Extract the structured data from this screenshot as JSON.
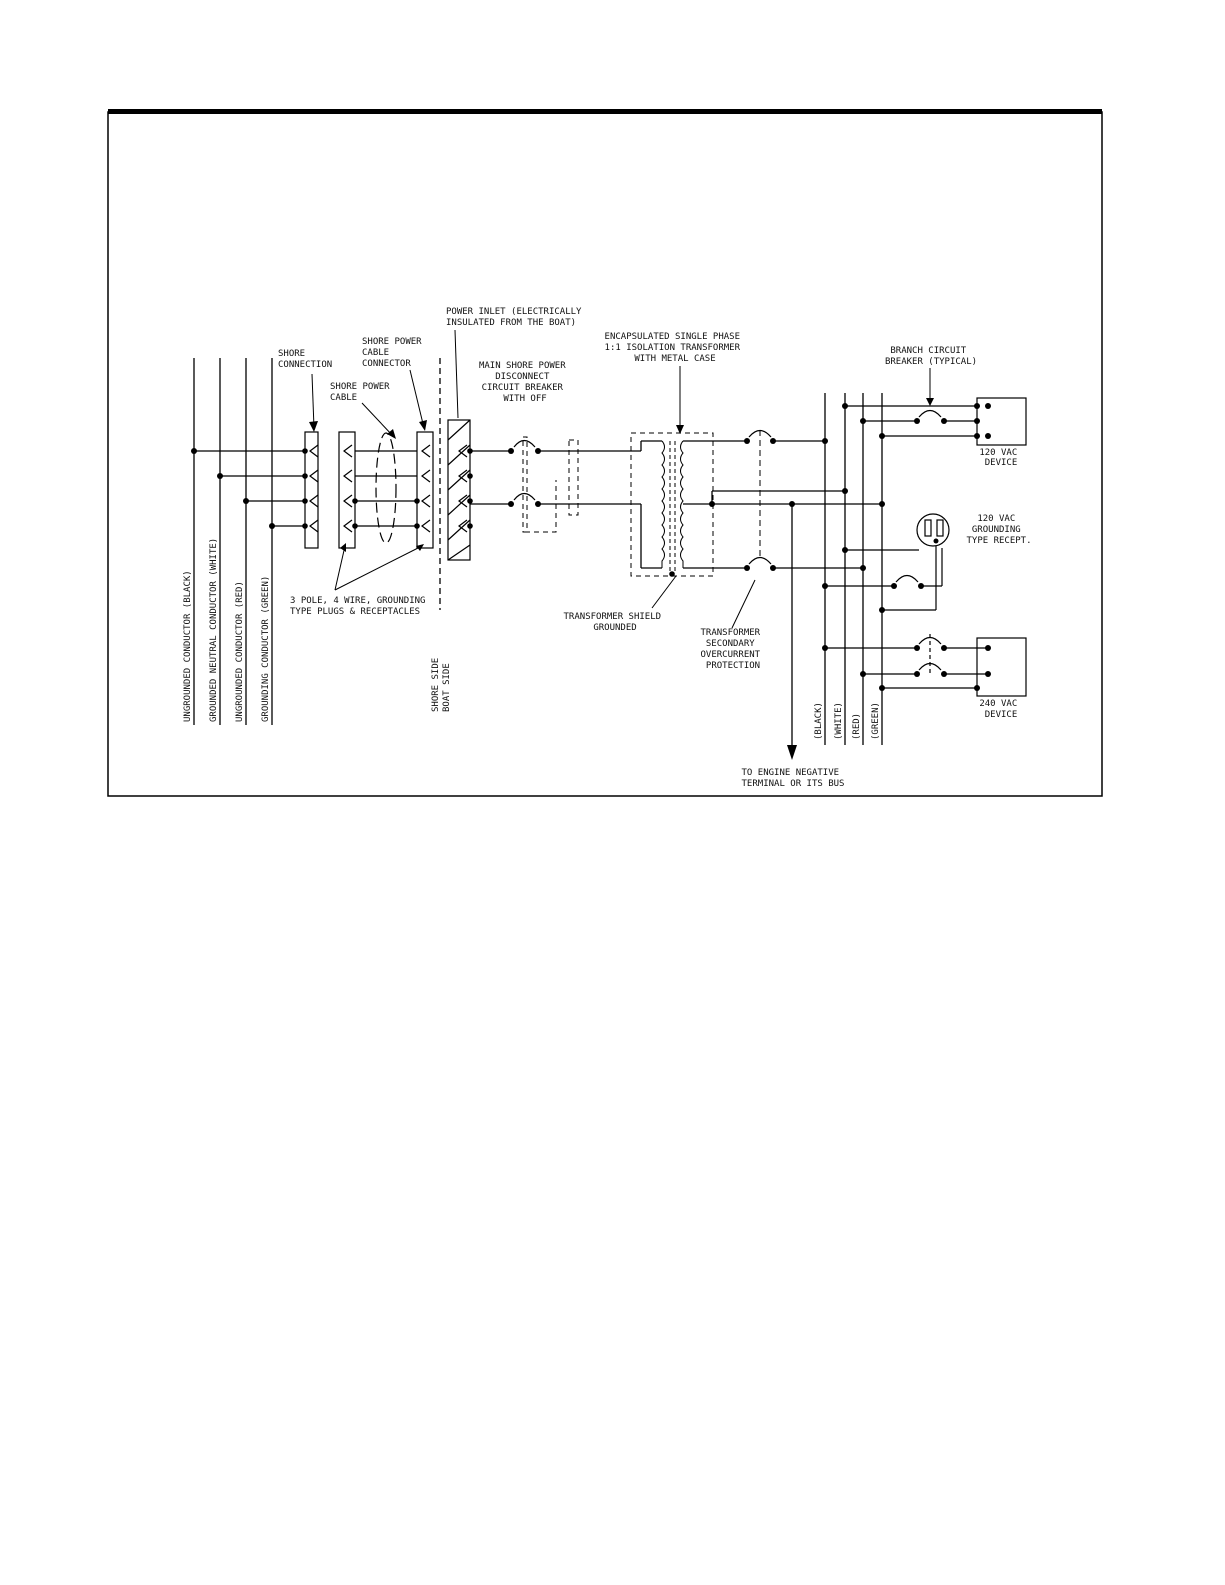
{
  "labels": {
    "shore_connection": [
      "SHORE",
      "CONNECTION"
    ],
    "shore_power_cable_connector": [
      "SHORE POWER",
      "CABLE",
      "CONNECTOR"
    ],
    "shore_power_cable": [
      "SHORE POWER",
      "CABLE"
    ],
    "power_inlet": [
      "POWER INLET (ELECTRICALLY",
      "INSULATED FROM THE BOAT)"
    ],
    "main_breaker": [
      "MAIN SHORE POWER",
      "DISCONNECT",
      "CIRCUIT BREAKER",
      "WITH OFF"
    ],
    "transformer": [
      "ENCAPSULATED SINGLE PHASE",
      "1:1 ISOLATION TRANSFORMER",
      "WITH METAL CASE"
    ],
    "branch_breaker": [
      "BRANCH CIRCUIT",
      "BREAKER (TYPICAL)"
    ],
    "device_120": [
      "120 VAC",
      "DEVICE"
    ],
    "receptacle_120": [
      "120 VAC",
      "GROUNDING",
      "TYPE RECEPT."
    ],
    "device_240": [
      "240 VAC",
      "DEVICE"
    ],
    "plugs": [
      "3 POLE, 4 WIRE, GROUNDING",
      "TYPE PLUGS & RECEPTACLES"
    ],
    "transformer_shield": [
      "TRANSFORMER SHIELD",
      "GROUNDED"
    ],
    "secondary_protection": [
      "TRANSFORMER",
      "SECONDARY",
      "OVERCURRENT",
      "PROTECTION"
    ],
    "engine_negative": [
      "TO ENGINE NEGATIVE",
      "TERMINAL OR ITS BUS"
    ],
    "shore_side": "SHORE SIDE",
    "boat_side": "BOAT SIDE",
    "conductors": [
      "UNGROUNDED CONDUCTOR (BLACK)",
      "GROUNDED NEUTRAL CONDUCTOR (WHITE)",
      "UNGROUNDED CONDUCTOR (RED)",
      "GROUNDING CONDUCTOR (GREEN)"
    ],
    "bus_colors": [
      "(BLACK)",
      "(WHITE)",
      "(RED)",
      "(GREEN)"
    ]
  }
}
